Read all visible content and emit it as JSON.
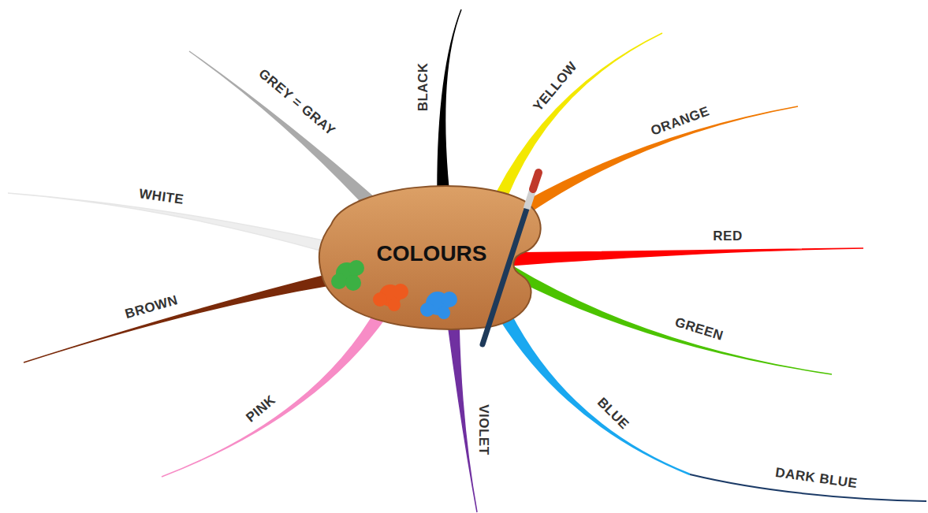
{
  "diagram": {
    "nodes": [
      {
        "text": [
          "COLOURS"
        ]
      }
    ],
    "labels": [
      "GREY = GRAY",
      "BLACK",
      "YELLOW",
      "ORANGE",
      "WHITE",
      "RED",
      "GREEN",
      "BROWN",
      "PINK",
      "VIOLET",
      "BLUE",
      "DARK BLUE"
    ]
  }
}
